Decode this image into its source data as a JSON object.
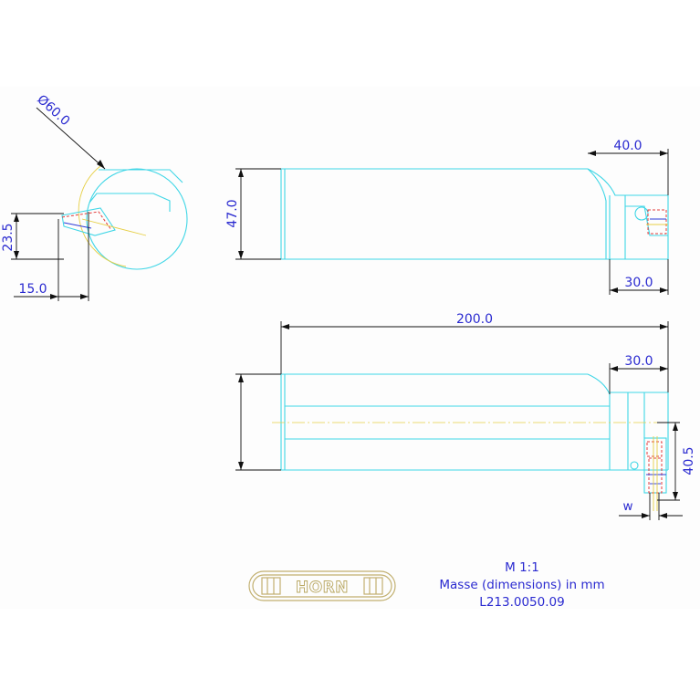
{
  "dimensions": {
    "diameter": "Ø60.0",
    "height_left": "23.5",
    "width_left": "15.0",
    "height_main": "47.0",
    "head_length_top": "40.0",
    "insert_length_top": "30.0",
    "overall_length": "200.0",
    "insert_length_bottom": "30.0",
    "height_bottom": "40.5",
    "cutting_width": "w"
  },
  "notes": {
    "scale": "M 1:1",
    "units": "Masse (dimensions) in mm",
    "part_number": "L213.0050.09"
  },
  "logo": {
    "text": "HORN"
  },
  "colors": {
    "outline": "#3fd6e6",
    "dimension": "#111111",
    "dimension_text": "#2a2ad0",
    "centerline": "#e6cf45",
    "hidden": "#e23b3b",
    "logo": "#c2b070"
  }
}
